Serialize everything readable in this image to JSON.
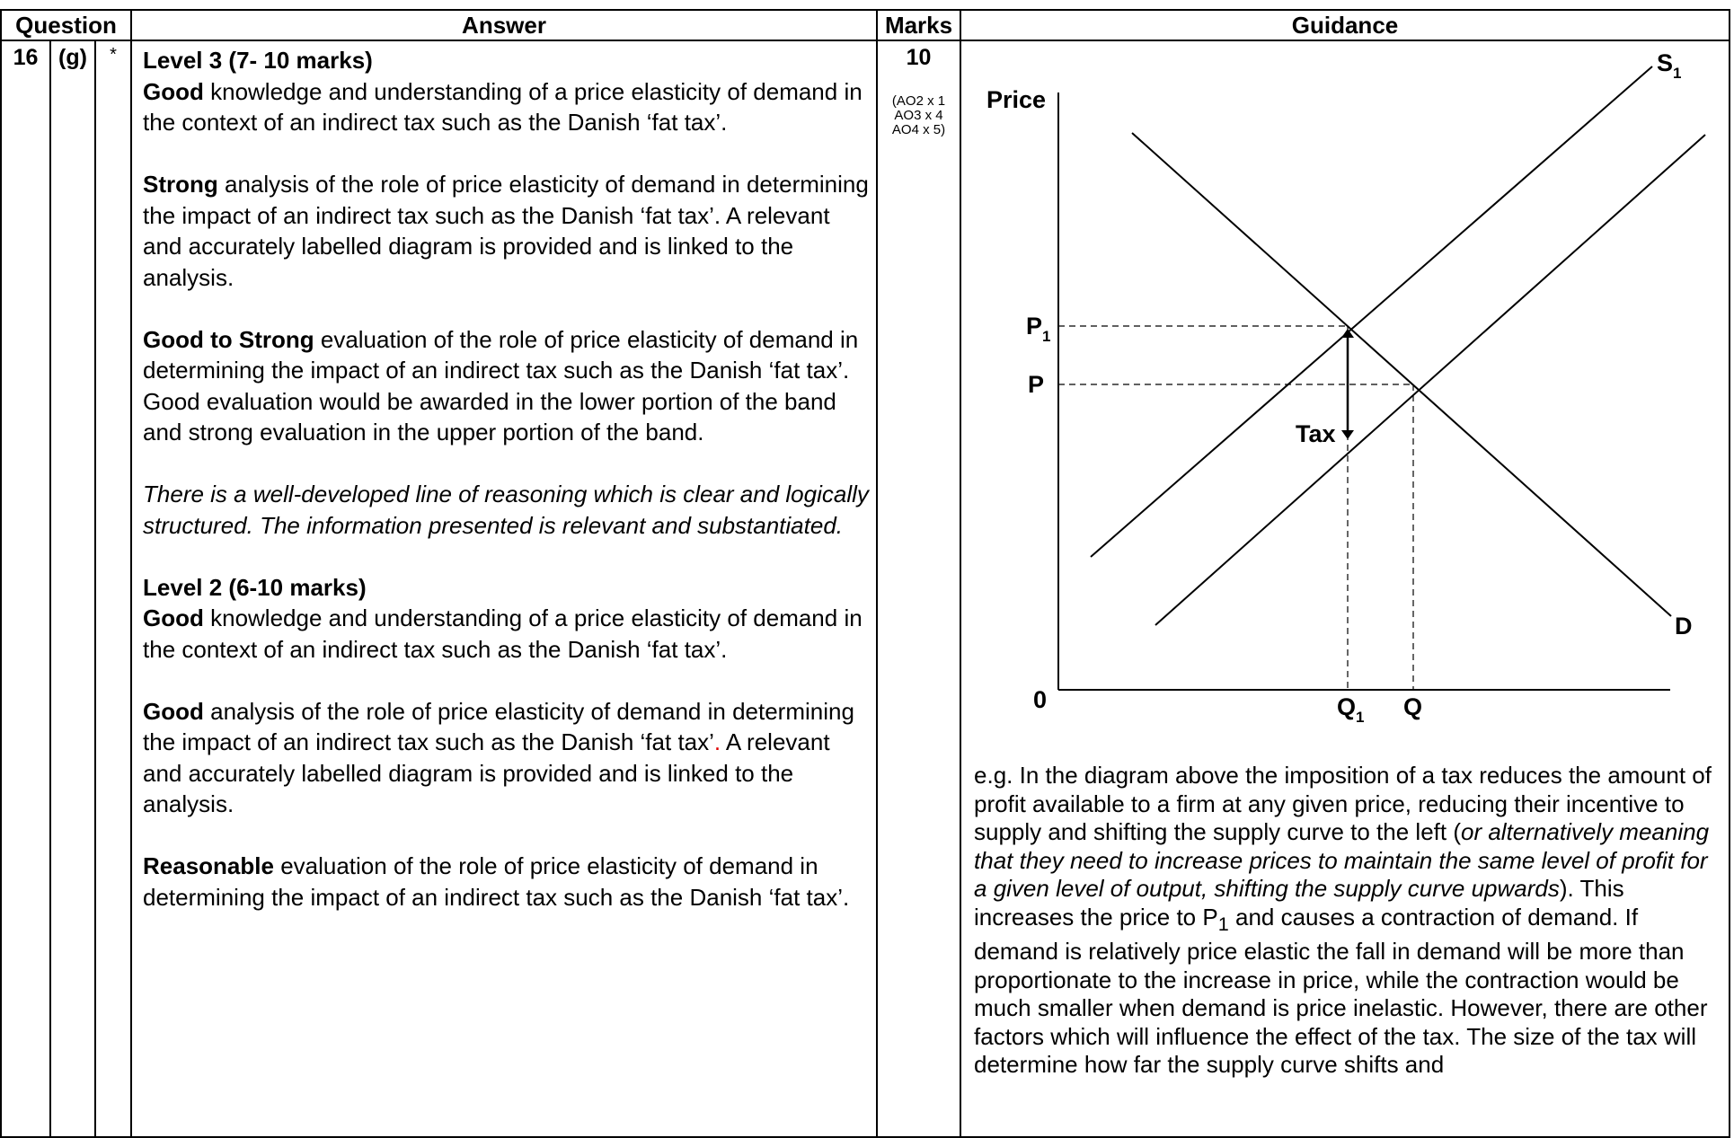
{
  "headers": {
    "question": "Question",
    "answer": "Answer",
    "marks": "Marks",
    "guidance": "Guidance"
  },
  "question": {
    "number": "16",
    "part": "(g)",
    "flag": "*"
  },
  "marks": {
    "total": "10",
    "ao": [
      "(AO2 x 1",
      "AO3 x 4",
      "AO4 x 5)"
    ]
  },
  "answer": {
    "level3": {
      "title": "Level 3 (7- 10 marks)",
      "knowledge_bold": "Good",
      "knowledge_text": " knowledge and understanding of a price elasticity of demand in the context of an indirect tax such as the Danish ‘fat tax’.",
      "analysis_bold": "Strong",
      "analysis_text": " analysis of the role of price elasticity of demand in determining the impact of an indirect tax such as the Danish ‘fat tax’. A relevant and accurately labelled diagram is provided and is linked to the analysis.",
      "evaluation_bold": "Good to Strong",
      "evaluation_text": " evaluation of the role of price elasticity of demand in determining the impact of an indirect tax such as the Danish ‘fat tax’.",
      "evaluation_note": "Good evaluation would be awarded in the lower portion of the band and strong evaluation in the upper portion of the band.",
      "reasoning_italic": "There is a well-developed line of reasoning which is clear and logically structured. The information presented is relevant and substantiated."
    },
    "level2": {
      "title": "Level 2 (6-10 marks)",
      "knowledge_bold": "Good",
      "knowledge_text": " knowledge and understanding of a price elasticity of demand in the context of an indirect tax such as the Danish ‘fat tax’.",
      "analysis_bold": "Good",
      "analysis_text_a": " analysis of the role of price elasticity of demand in determining the impact of an indirect tax such as the Danish ‘fat tax’",
      "analysis_red_dot": ".",
      "analysis_text_b": " A relevant and accurately labelled diagram is provided and is linked to the analysis.",
      "evaluation_bold": "Reasonable",
      "evaluation_text": " evaluation of the role of price elasticity of demand in determining the impact of an indirect tax such as the Danish ‘fat tax’."
    }
  },
  "diagram": {
    "y_axis_label": "Price",
    "origin_label": "0",
    "supply_label": "S",
    "supply_subscript": "1",
    "demand_label": "D",
    "p1_label": "P",
    "p1_subscript": "1",
    "p_label": "P",
    "q1_label": "Q",
    "q1_subscript": "1",
    "q_label": "Q",
    "tax_label": "Tax"
  },
  "guidance": {
    "text_a": "e.g. In the diagram above the imposition of a tax reduces the amount of profit available to a firm at any given price, reducing their incentive to supply and shifting the supply curve to the left (",
    "text_italic": "or alternatively meaning that they need to increase prices to maintain the same level of profit for a given level of output, shifting the supply curve upwards",
    "text_b": "). This increases the price to P",
    "text_sub": "1",
    "text_c": " and causes a contraction of demand. If demand is relatively price elastic the fall in demand will be more than proportionate to the increase in price, while the contraction would be much smaller when demand is price inelastic. However, there are other factors which will influence the effect of the tax. The size of the tax will determine how far the supply curve shifts and"
  }
}
